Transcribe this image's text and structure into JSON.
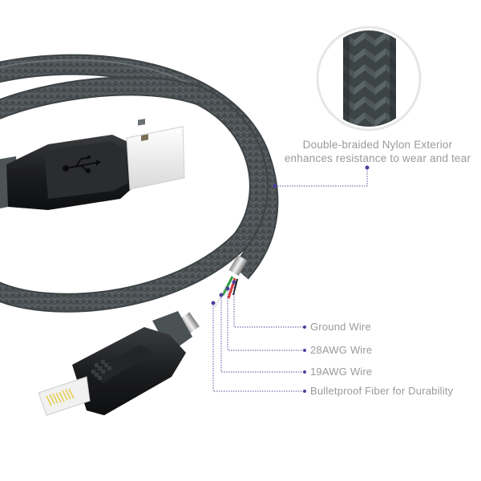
{
  "image": {
    "description": "Braided USB to Lightning cable product infographic",
    "background": "#ffffff"
  },
  "callouts": {
    "exterior": {
      "line1": "Double-braided Nylon Exterior",
      "line2": "enhances resistance to wear and tear"
    },
    "wires": [
      {
        "label": "Ground Wire"
      },
      {
        "label": "28AWG Wire"
      },
      {
        "label": "19AWG Wire"
      },
      {
        "label": "Bulletproof Fiber for Durability"
      }
    ]
  },
  "colors": {
    "cable": "#4a5052",
    "cable_highlight": "#7b8285",
    "connector_black": "#1c1d1f",
    "usb_plug_white": "#f1f1f1",
    "lightning_pins": "#e8d56a",
    "leader_line": "#5b4fa0",
    "label_text": "#9a9a9a",
    "magnifier_ring": "#e6e6e6"
  },
  "icons": {
    "usb": "usb-symbol-icon",
    "brand": "dot-grid-logo-icon"
  }
}
